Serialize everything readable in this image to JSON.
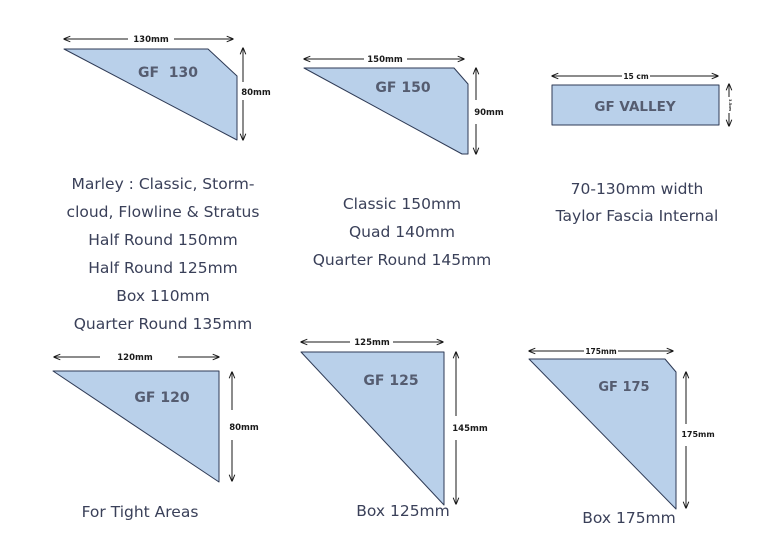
{
  "colors": {
    "fill": "#b9d0ea",
    "stroke": "#2e3a55",
    "text": "#3a4059",
    "label": "#555c70",
    "dim": "#1a1a1a"
  },
  "profiles": [
    {
      "id": "gf130",
      "name": "GF  130",
      "width": "130mm",
      "height": "80mm",
      "captions": [
        "Marley : Classic, Storm-",
        "cloud, Flowline & Stratus",
        "Half Round 150mm",
        "Half Round 125mm",
        "Box 110mm",
        "Quarter Round 135mm"
      ]
    },
    {
      "id": "gf150",
      "name": "GF 150",
      "width": "150mm",
      "height": "90mm",
      "captions": [
        "Classic 150mm",
        "Quad 140mm",
        "Quarter Round 145mm"
      ]
    },
    {
      "id": "gfvalley",
      "name": "GF VALLEY",
      "width": "15 cm",
      "height": "3.5cm",
      "captions": [
        "70-130mm width",
        "Taylor Fascia Internal"
      ]
    },
    {
      "id": "gf120",
      "name": "GF 120",
      "width": "120mm",
      "height": "80mm",
      "captions": [
        "For Tight Areas"
      ]
    },
    {
      "id": "gf125",
      "name": "GF 125",
      "width": "125mm",
      "height": "145mm",
      "captions": [
        "Box 125mm"
      ]
    },
    {
      "id": "gf175",
      "name": "GF 175",
      "width": "175mm",
      "height": "175mm",
      "captions": [
        "Box 175mm"
      ]
    }
  ]
}
